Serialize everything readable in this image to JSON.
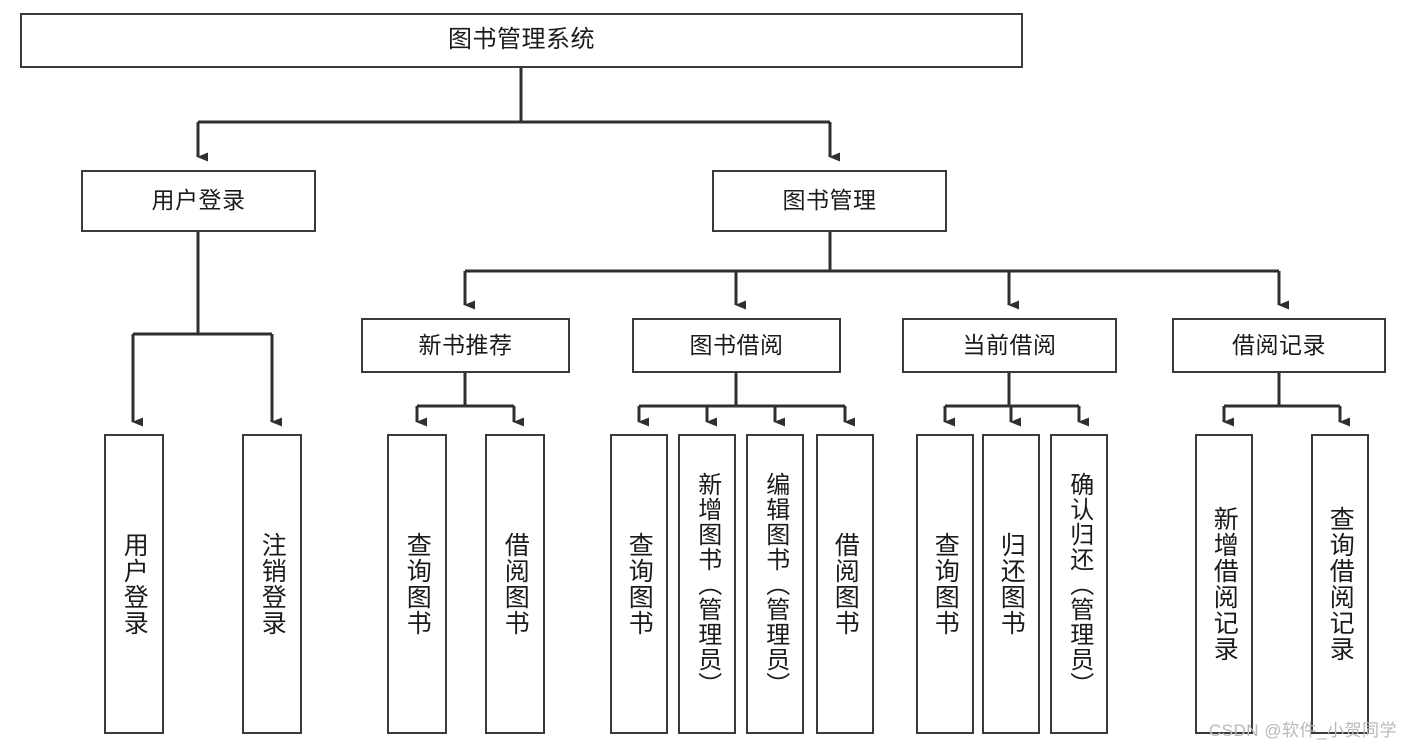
{
  "diagram": {
    "title": "图书管理系统",
    "type": "function-structure-tree",
    "root": {
      "id": "root",
      "label": "图书管理系统"
    },
    "level1": [
      {
        "id": "user-login",
        "label": "用户登录"
      },
      {
        "id": "book-manage",
        "label": "图书管理"
      }
    ],
    "level2": [
      {
        "id": "new-book-recommend",
        "label": "新书推荐",
        "parent": "book-manage"
      },
      {
        "id": "book-borrow",
        "label": "图书借阅",
        "parent": "book-manage"
      },
      {
        "id": "current-borrow",
        "label": "当前借阅",
        "parent": "book-manage"
      },
      {
        "id": "borrow-record",
        "label": "借阅记录",
        "parent": "book-manage"
      }
    ],
    "leaves": [
      {
        "id": "leaf-user-login",
        "label": "用户登录",
        "parent": "user-login"
      },
      {
        "id": "leaf-user-logout",
        "label": "注销登录",
        "parent": "user-login"
      },
      {
        "id": "leaf-query-book-1",
        "label": "查询图书",
        "parent": "new-book-recommend"
      },
      {
        "id": "leaf-borrow-book-1",
        "label": "借阅图书",
        "parent": "new-book-recommend"
      },
      {
        "id": "leaf-query-book-2",
        "label": "查询图书",
        "parent": "book-borrow"
      },
      {
        "id": "leaf-add-book",
        "label": "新增图书（管理员）",
        "parent": "book-borrow"
      },
      {
        "id": "leaf-edit-book",
        "label": "编辑图书（管理员）",
        "parent": "book-borrow"
      },
      {
        "id": "leaf-borrow-book-2",
        "label": "借阅图书",
        "parent": "book-borrow"
      },
      {
        "id": "leaf-query-book-3",
        "label": "查询图书",
        "parent": "current-borrow"
      },
      {
        "id": "leaf-return-book",
        "label": "归还图书",
        "parent": "current-borrow"
      },
      {
        "id": "leaf-confirm-return",
        "label": "确认归还（管理员）",
        "parent": "current-borrow"
      },
      {
        "id": "leaf-add-record",
        "label": "新增借阅记录",
        "parent": "borrow-record"
      },
      {
        "id": "leaf-query-record",
        "label": "查询借阅记录",
        "parent": "borrow-record"
      }
    ],
    "colors": {
      "box_border": "#3a3a3a",
      "connector": "#2f2f2f",
      "box_fill": "#ffffff",
      "text": "#1b1b1b",
      "watermark": "#b9b9b9"
    }
  },
  "watermark": {
    "text": "CSDN @软件_小贺同学"
  }
}
